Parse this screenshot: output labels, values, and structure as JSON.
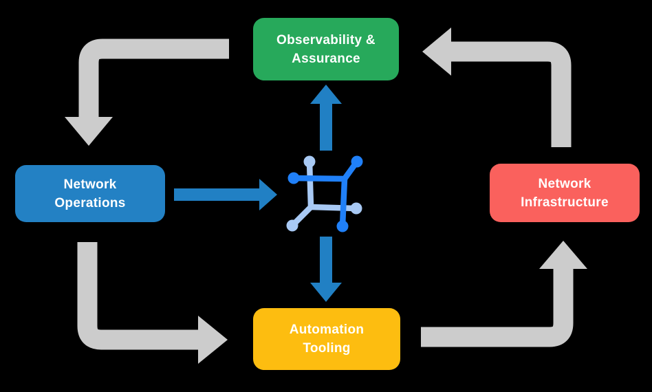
{
  "diagram": {
    "boxes": [
      {
        "id": "observability-assurance",
        "label_line1": "Observability &",
        "label_line2": "Assurance",
        "color": "#27A95B"
      },
      {
        "id": "network-operations",
        "label_line1": "Network",
        "label_line2": "Operations",
        "color": "#2381C4"
      },
      {
        "id": "network-infrastructure",
        "label_line1": "Network",
        "label_line2": "Infrastructure",
        "color": "#FA615D"
      },
      {
        "id": "automation-tooling",
        "label_line1": "Automation",
        "label_line2": "Tooling",
        "color": "#FDBD10"
      }
    ],
    "icons": [
      {
        "name": "network-mesh-icon",
        "description": "two-tone blue mesh/network square icon at diagram center"
      }
    ],
    "colors": {
      "background": "#000000",
      "gray_arrow": "#CCCCCC",
      "blue_arrow": "#2180C4",
      "icon_dark_blue": "#2080F8",
      "icon_light_blue": "#A8C9F4",
      "box_text": "#FFFFFF"
    }
  }
}
